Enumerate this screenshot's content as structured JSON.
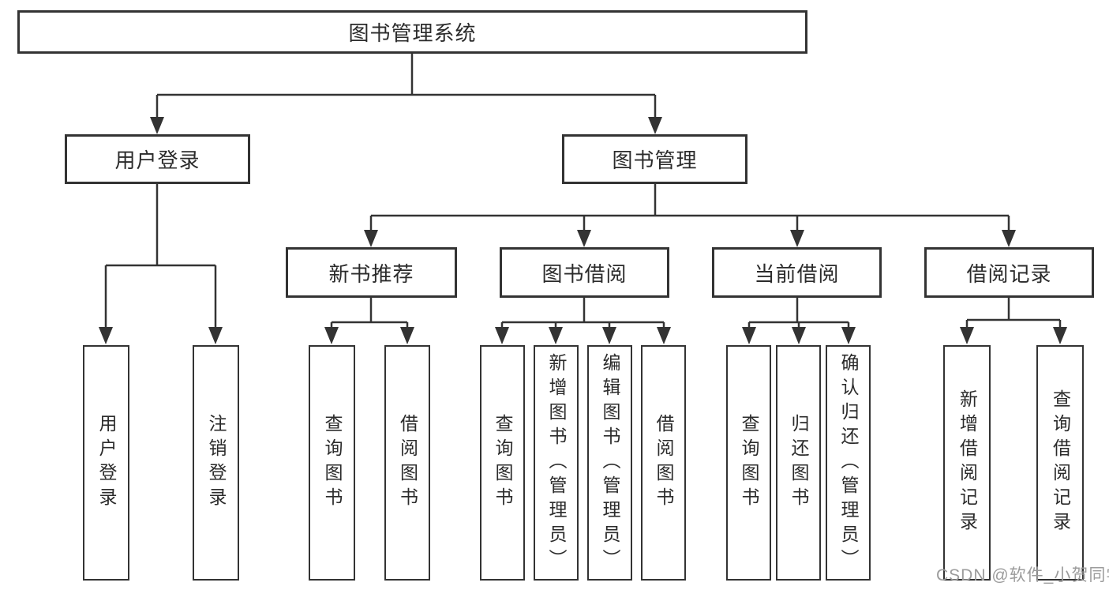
{
  "diagram": {
    "root_label": "图书管理系统",
    "level2": [
      "用户登录",
      "图书管理"
    ],
    "level3": [
      "新书推荐",
      "图书借阅",
      "当前借阅",
      "借阅记录"
    ],
    "leaves": [
      "用户登录",
      "注销登录",
      "查询图书",
      "借阅图书",
      "查询图书",
      "新增图书（管理员）",
      "编辑图书（管理员）",
      "借阅图书",
      "查询图书",
      "归还图书",
      "确认归还（管理员）",
      "新增借阅记录",
      "查询借阅记录"
    ]
  },
  "watermark": {
    "text": "CSDN @软件_小贺同学"
  },
  "colors": {
    "line": "#333333",
    "text": "#2b2b2b",
    "watermark": "#9c9c9c",
    "background": "#ffffff"
  }
}
